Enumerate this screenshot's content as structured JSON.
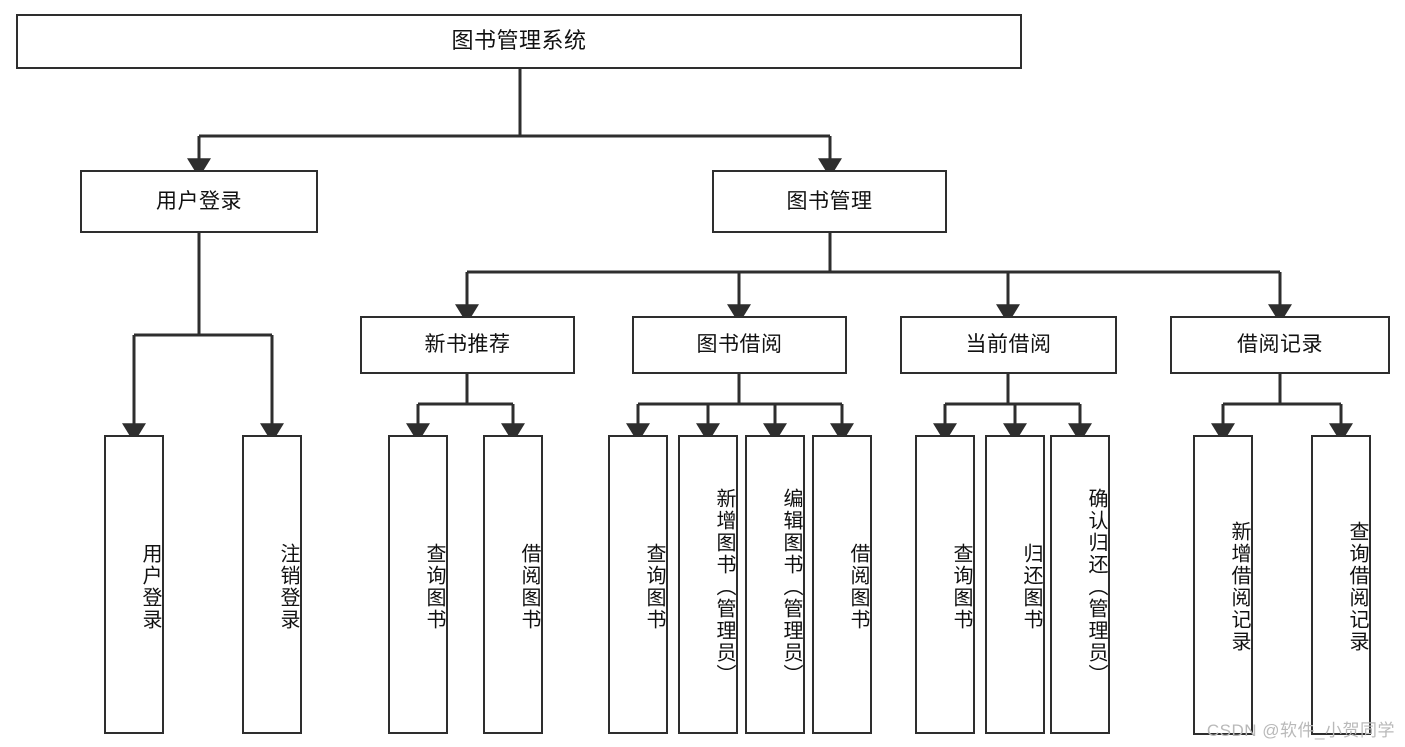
{
  "diagram": {
    "title_node": {
      "label": "图书管理系统"
    },
    "level2": [
      {
        "id": "user-login",
        "label": "用户登录"
      },
      {
        "id": "book-manage",
        "label": "图书管理"
      }
    ],
    "level3": [
      {
        "id": "new-book-rec",
        "label": "新书推荐"
      },
      {
        "id": "book-borrow",
        "label": "图书借阅"
      },
      {
        "id": "current-borrow",
        "label": "当前借阅"
      },
      {
        "id": "borrow-record",
        "label": "借阅记录"
      }
    ],
    "leaves": [
      {
        "id": "leaf-user-login",
        "label": "用户登录"
      },
      {
        "id": "leaf-user-logout",
        "label": "注销登录"
      },
      {
        "id": "leaf-query-book-1",
        "label": "查询图书"
      },
      {
        "id": "leaf-borrow-book-1",
        "label": "借阅图书"
      },
      {
        "id": "leaf-query-book-2",
        "label": "查询图书"
      },
      {
        "id": "leaf-add-book",
        "label": "新增图书（管理员）"
      },
      {
        "id": "leaf-edit-book",
        "label": "编辑图书（管理员）"
      },
      {
        "id": "leaf-borrow-book-2",
        "label": "借阅图书"
      },
      {
        "id": "leaf-query-book-3",
        "label": "查询图书"
      },
      {
        "id": "leaf-return-book",
        "label": "归还图书"
      },
      {
        "id": "leaf-confirm-return",
        "label": "确认归还（管理员）"
      },
      {
        "id": "leaf-add-record",
        "label": "新增借阅记录"
      },
      {
        "id": "leaf-query-record",
        "label": "查询借阅记录"
      }
    ]
  },
  "watermark": {
    "text": "CSDN @软件_小贺同学"
  },
  "colors": {
    "stroke": "#2e2e2e",
    "background": "#ffffff",
    "text": "#111111",
    "watermark": "#b9b9b9"
  }
}
